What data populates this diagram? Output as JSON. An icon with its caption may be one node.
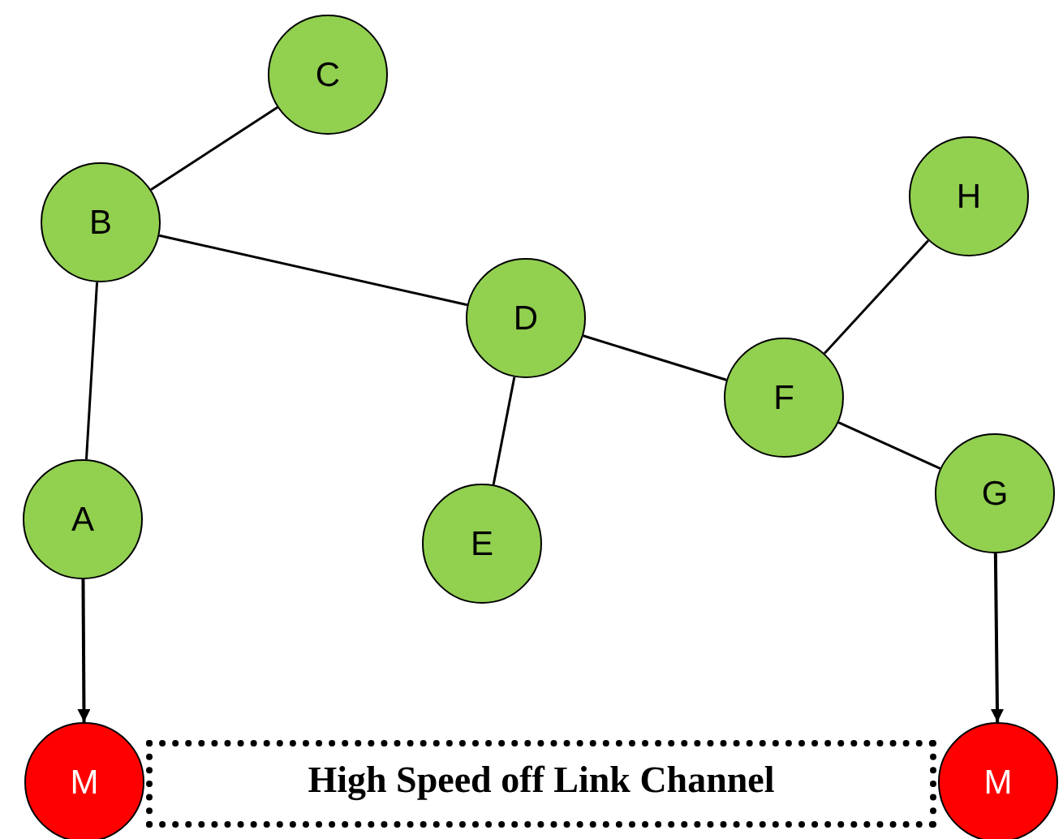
{
  "diagram": {
    "nodes": [
      {
        "text": [
          "C"
        ]
      },
      {
        "text": [
          "B"
        ]
      },
      {
        "text": [
          "H"
        ]
      },
      {
        "text": [
          "D"
        ]
      },
      {
        "text": [
          "F"
        ]
      },
      {
        "text": [
          "G"
        ]
      },
      {
        "text": [
          "A"
        ]
      },
      {
        "text": [
          "E"
        ]
      },
      {
        "text": [
          "High Speed off Link Channel"
        ]
      },
      {
        "text": [
          "M"
        ]
      },
      {
        "text": [
          "M"
        ]
      }
    ],
    "edges": [
      {
        "from": 0,
        "to": 1,
        "arrow": "none"
      },
      {
        "from": 1,
        "to": 3,
        "arrow": "none"
      },
      {
        "from": 1,
        "to": 6,
        "arrow": "none"
      },
      {
        "from": 3,
        "to": 7,
        "arrow": "none"
      },
      {
        "from": 3,
        "to": 4,
        "arrow": "none"
      },
      {
        "from": 4,
        "to": 2,
        "arrow": "none"
      },
      {
        "from": 4,
        "to": 5,
        "arrow": "none"
      },
      {
        "from": 6,
        "to": 9,
        "arrow": "to"
      },
      {
        "from": 5,
        "to": 10,
        "arrow": "to"
      }
    ]
  }
}
